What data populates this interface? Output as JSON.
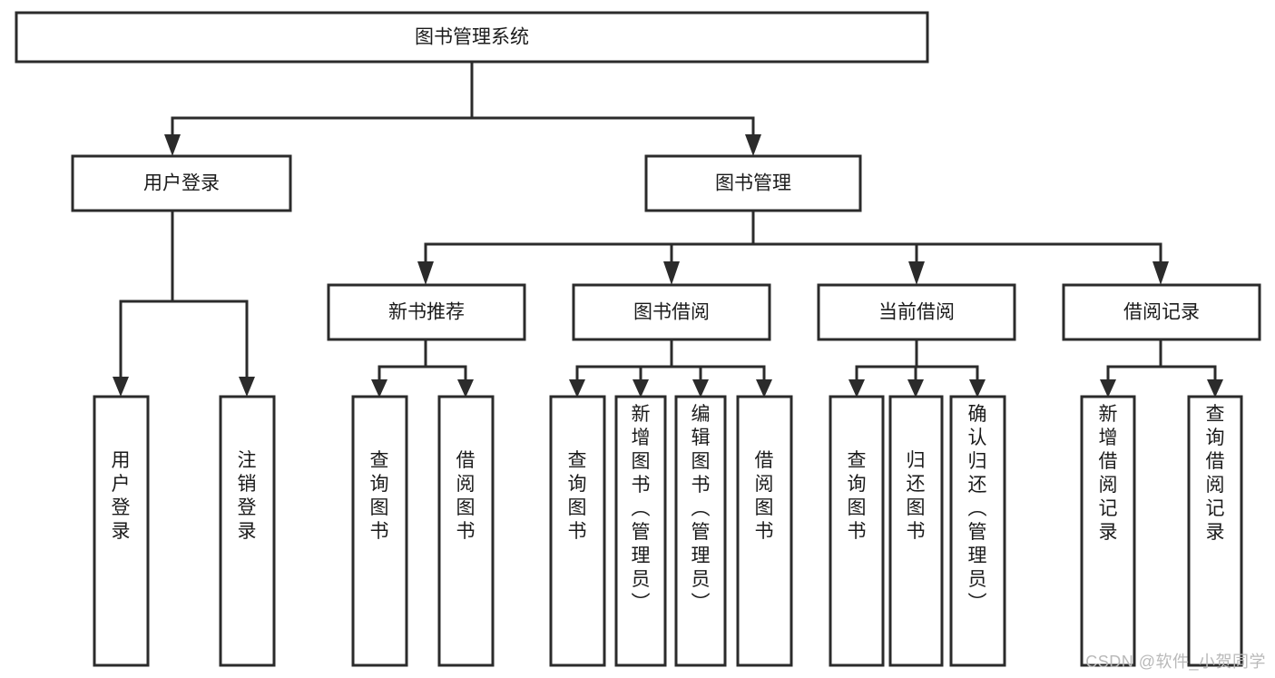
{
  "diagram": {
    "title": "图书管理系统",
    "type": "hierarchy-tree",
    "watermark": "CSDN @软件_小贺同学",
    "colors": {
      "stroke": "#2b2b2b",
      "fill": "#ffffff",
      "text": "#1b1b1b",
      "watermark": "#b9b9b9"
    },
    "levels": {
      "level1": [
        {
          "id": "root",
          "label": "图书管理系统",
          "orientation": "horizontal"
        }
      ],
      "level2": [
        {
          "id": "n-user-login",
          "label": "用户登录",
          "orientation": "horizontal"
        },
        {
          "id": "n-book-manage",
          "label": "图书管理",
          "orientation": "horizontal"
        }
      ],
      "level3": [
        {
          "id": "n-new-book-rec",
          "label": "新书推荐",
          "orientation": "horizontal"
        },
        {
          "id": "n-book-borrow",
          "label": "图书借阅",
          "orientation": "horizontal"
        },
        {
          "id": "n-current-borrow",
          "label": "当前借阅",
          "orientation": "horizontal"
        },
        {
          "id": "n-borrow-record",
          "label": "借阅记录",
          "orientation": "horizontal"
        }
      ],
      "level4": [
        {
          "id": "l-user-login",
          "label": "用户登录",
          "orientation": "vertical",
          "parent": "n-user-login"
        },
        {
          "id": "l-logout-login",
          "label": "注销登录",
          "orientation": "vertical",
          "parent": "n-user-login"
        },
        {
          "id": "l-query-book-1",
          "label": "查询图书",
          "orientation": "vertical",
          "parent": "n-new-book-rec"
        },
        {
          "id": "l-borrow-book-1",
          "label": "借阅图书",
          "orientation": "vertical",
          "parent": "n-new-book-rec"
        },
        {
          "id": "l-query-book-2",
          "label": "查询图书",
          "orientation": "vertical",
          "parent": "n-book-borrow"
        },
        {
          "id": "l-add-book",
          "label": "新增图书（管理员）",
          "orientation": "vertical",
          "parent": "n-book-borrow"
        },
        {
          "id": "l-edit-book",
          "label": "编辑图书（管理员）",
          "orientation": "vertical",
          "parent": "n-book-borrow"
        },
        {
          "id": "l-borrow-book-2",
          "label": "借阅图书",
          "orientation": "vertical",
          "parent": "n-book-borrow"
        },
        {
          "id": "l-query-book-3",
          "label": "查询图书",
          "orientation": "vertical",
          "parent": "n-current-borrow"
        },
        {
          "id": "l-return-book",
          "label": "归还图书",
          "orientation": "vertical",
          "parent": "n-current-borrow"
        },
        {
          "id": "l-confirm-return",
          "label": "确认归还（管理员）",
          "orientation": "vertical",
          "parent": "n-current-borrow"
        },
        {
          "id": "l-add-record",
          "label": "新增借阅记录",
          "orientation": "vertical",
          "parent": "n-borrow-record"
        },
        {
          "id": "l-query-record",
          "label": "查询借阅记录",
          "orientation": "vertical",
          "parent": "n-borrow-record"
        }
      ]
    }
  }
}
